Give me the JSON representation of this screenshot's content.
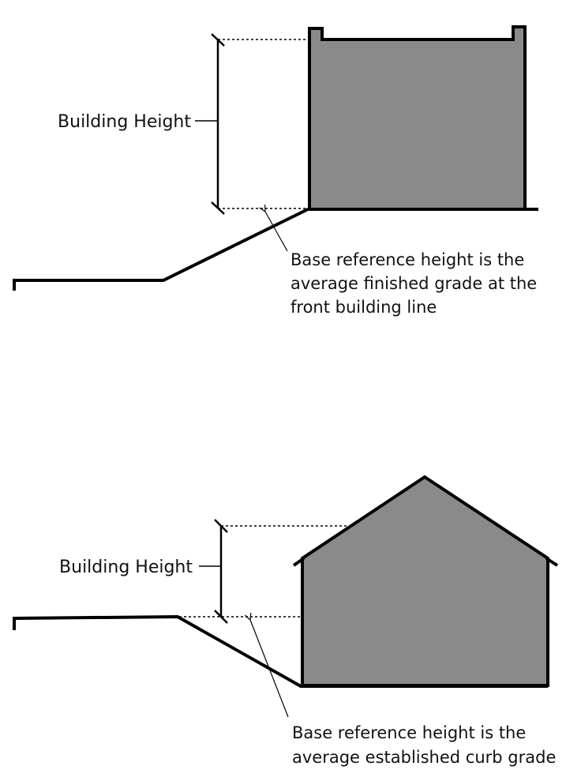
{
  "figure_top": {
    "height_label": "Building Height",
    "note_lines": [
      "Base reference height is the",
      "average finished grade at the",
      "front building line"
    ]
  },
  "figure_bottom": {
    "height_label": "Building Height",
    "note_lines": [
      "Base reference height is the",
      "average established curb grade"
    ]
  },
  "colors": {
    "building_fill": "#8a8a8a",
    "line": "#000000",
    "background": "#ffffff"
  }
}
